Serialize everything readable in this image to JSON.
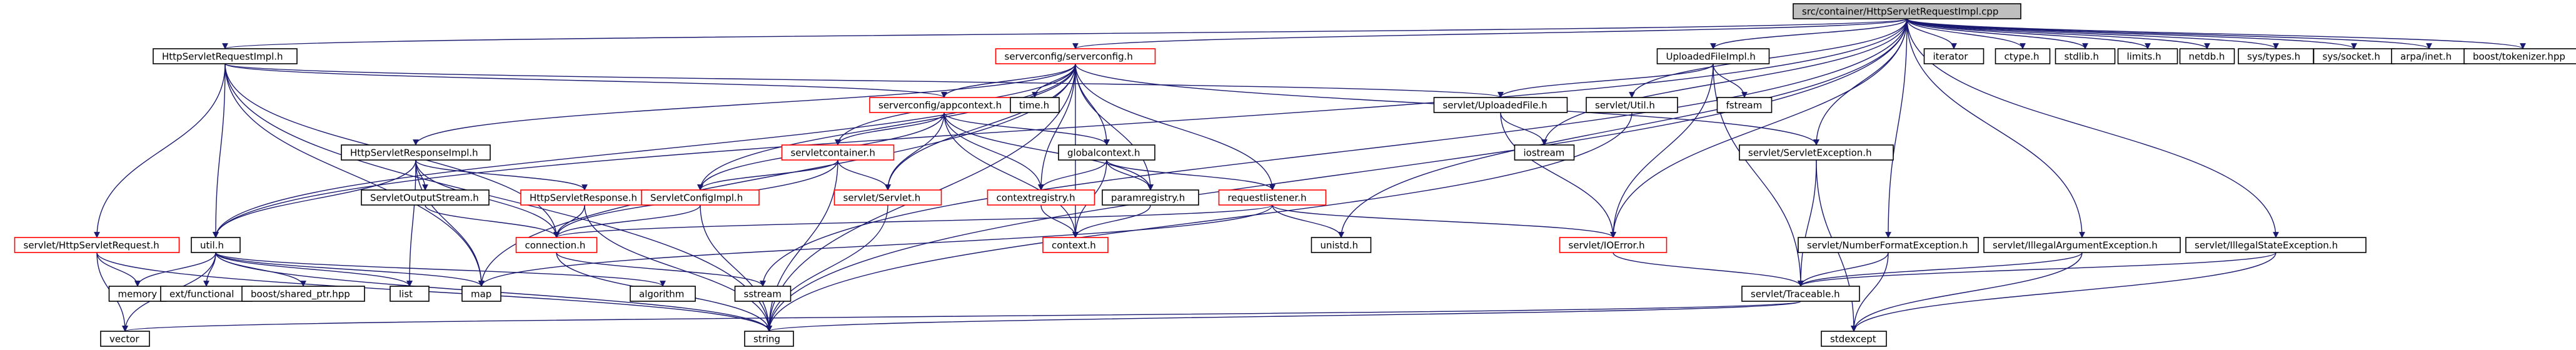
{
  "nodes": [
    {
      "id": "root",
      "label": "src/container/HttpServletRequestImpl.cpp",
      "style": "root"
    },
    {
      "id": "reqimpl_h",
      "label": "HttpServletRequestImpl.h",
      "style": "plain"
    },
    {
      "id": "serverconfig_h",
      "label": "serverconfig/serverconfig.h",
      "style": "red"
    },
    {
      "id": "uploadedfileimpl_h",
      "label": "UploadedFileImpl.h",
      "style": "plain"
    },
    {
      "id": "iterator",
      "label": "iterator",
      "style": "plain"
    },
    {
      "id": "ctype_h",
      "label": "ctype.h",
      "style": "plain"
    },
    {
      "id": "stdlib_h",
      "label": "stdlib.h",
      "style": "plain"
    },
    {
      "id": "limits_h",
      "label": "limits.h",
      "style": "plain"
    },
    {
      "id": "netdb_h",
      "label": "netdb.h",
      "style": "plain"
    },
    {
      "id": "sys_types_h",
      "label": "sys/types.h",
      "style": "plain"
    },
    {
      "id": "sys_socket_h",
      "label": "sys/socket.h",
      "style": "plain"
    },
    {
      "id": "arpa_inet_h",
      "label": "arpa/inet.h",
      "style": "plain"
    },
    {
      "id": "boost_tokenizer",
      "label": "boost/tokenizer.hpp",
      "style": "plain"
    },
    {
      "id": "appcontext_h",
      "label": "serverconfig/appcontext.h",
      "style": "red"
    },
    {
      "id": "time_h",
      "label": "time.h",
      "style": "plain"
    },
    {
      "id": "uploadedfile_h",
      "label": "servlet/UploadedFile.h",
      "style": "plain"
    },
    {
      "id": "util_servlet_h",
      "label": "servlet/Util.h",
      "style": "plain"
    },
    {
      "id": "fstream",
      "label": "fstream",
      "style": "plain"
    },
    {
      "id": "respimpl_h",
      "label": "HttpServletResponseImpl.h",
      "style": "plain"
    },
    {
      "id": "globalcontext_h",
      "label": "globalcontext.h",
      "style": "plain"
    },
    {
      "id": "servletcontainer_h",
      "label": "servletcontainer.h",
      "style": "red"
    },
    {
      "id": "iostream",
      "label": "iostream",
      "style": "plain"
    },
    {
      "id": "servletexception_h",
      "label": "servlet/ServletException.h",
      "style": "plain"
    },
    {
      "id": "outputstream_h",
      "label": "ServletOutputStream.h",
      "style": "plain"
    },
    {
      "id": "httpresponse_h",
      "label": "HttpServletResponse.h",
      "style": "red"
    },
    {
      "id": "servletconfigimpl_h",
      "label": "ServletConfigImpl.h",
      "style": "red"
    },
    {
      "id": "servlet_h",
      "label": "servlet/Servlet.h",
      "style": "red"
    },
    {
      "id": "contextregistry_h",
      "label": "contextregistry.h",
      "style": "red"
    },
    {
      "id": "paramregistry_h",
      "label": "paramregistry.h",
      "style": "plain"
    },
    {
      "id": "requestlistener_h",
      "label": "requestlistener.h",
      "style": "red"
    },
    {
      "id": "httprequest_h",
      "label": "servlet/HttpServletRequest.h",
      "style": "red"
    },
    {
      "id": "util_h",
      "label": "util.h",
      "style": "plain"
    },
    {
      "id": "connection_h",
      "label": "connection.h",
      "style": "red"
    },
    {
      "id": "context_h",
      "label": "context.h",
      "style": "red"
    },
    {
      "id": "unistd_h",
      "label": "unistd.h",
      "style": "plain"
    },
    {
      "id": "ioerror_h",
      "label": "servlet/IOError.h",
      "style": "red"
    },
    {
      "id": "numberformat_h",
      "label": "servlet/NumberFormatException.h",
      "style": "plain"
    },
    {
      "id": "illegalargument_h",
      "label": "servlet/IllegalArgumentException.h",
      "style": "plain"
    },
    {
      "id": "illegalstate_h",
      "label": "servlet/IllegalStateException.h",
      "style": "plain"
    },
    {
      "id": "memory",
      "label": "memory",
      "style": "plain"
    },
    {
      "id": "ext_functional",
      "label": "ext/functional",
      "style": "plain"
    },
    {
      "id": "boost_shared_ptr",
      "label": "boost/shared_ptr.hpp",
      "style": "plain"
    },
    {
      "id": "list",
      "label": "list",
      "style": "plain"
    },
    {
      "id": "map",
      "label": "map",
      "style": "plain"
    },
    {
      "id": "algorithm",
      "label": "algorithm",
      "style": "plain"
    },
    {
      "id": "sstream",
      "label": "sstream",
      "style": "plain"
    },
    {
      "id": "traceable_h",
      "label": "servlet/Traceable.h",
      "style": "plain"
    },
    {
      "id": "vector",
      "label": "vector",
      "style": "plain"
    },
    {
      "id": "string",
      "label": "string",
      "style": "plain"
    },
    {
      "id": "stdexcept",
      "label": "stdexcept",
      "style": "plain"
    }
  ],
  "edges": [
    [
      "root",
      "reqimpl_h"
    ],
    [
      "root",
      "serverconfig_h"
    ],
    [
      "root",
      "uploadedfileimpl_h"
    ],
    [
      "root",
      "iterator"
    ],
    [
      "root",
      "ctype_h"
    ],
    [
      "root",
      "stdlib_h"
    ],
    [
      "root",
      "limits_h"
    ],
    [
      "root",
      "netdb_h"
    ],
    [
      "root",
      "sys_types_h"
    ],
    [
      "root",
      "sys_socket_h"
    ],
    [
      "root",
      "arpa_inet_h"
    ],
    [
      "root",
      "boost_tokenizer"
    ],
    [
      "root",
      "util_servlet_h"
    ],
    [
      "root",
      "iostream"
    ],
    [
      "root",
      "servletexception_h"
    ],
    [
      "root",
      "unistd_h"
    ],
    [
      "root",
      "ioerror_h"
    ],
    [
      "root",
      "numberformat_h"
    ],
    [
      "root",
      "illegalargument_h"
    ],
    [
      "root",
      "illegalstate_h"
    ],
    [
      "root",
      "util_h"
    ],
    [
      "root",
      "sstream"
    ],
    [
      "root",
      "string"
    ],
    [
      "reqimpl_h",
      "httprequest_h"
    ],
    [
      "reqimpl_h",
      "util_h"
    ],
    [
      "reqimpl_h",
      "connection_h"
    ],
    [
      "reqimpl_h",
      "uploadedfile_h"
    ],
    [
      "reqimpl_h",
      "appcontext_h"
    ],
    [
      "reqimpl_h",
      "map"
    ],
    [
      "reqimpl_h",
      "string"
    ],
    [
      "serverconfig_h",
      "appcontext_h"
    ],
    [
      "serverconfig_h",
      "time_h"
    ],
    [
      "serverconfig_h",
      "globalcontext_h"
    ],
    [
      "serverconfig_h",
      "servletcontainer_h"
    ],
    [
      "serverconfig_h",
      "respimpl_h"
    ],
    [
      "serverconfig_h",
      "servletconfigimpl_h"
    ],
    [
      "serverconfig_h",
      "servlet_h"
    ],
    [
      "serverconfig_h",
      "contextregistry_h"
    ],
    [
      "serverconfig_h",
      "paramregistry_h"
    ],
    [
      "serverconfig_h",
      "requestlistener_h"
    ],
    [
      "serverconfig_h",
      "util_h"
    ],
    [
      "serverconfig_h",
      "servletexception_h"
    ],
    [
      "serverconfig_h",
      "context_h"
    ],
    [
      "serverconfig_h",
      "string"
    ],
    [
      "serverconfig_h",
      "map"
    ],
    [
      "uploadedfileimpl_h",
      "uploadedfile_h"
    ],
    [
      "uploadedfileimpl_h",
      "fstream"
    ],
    [
      "uploadedfileimpl_h",
      "ioerror_h"
    ],
    [
      "uploadedfileimpl_h",
      "traceable_h"
    ],
    [
      "appcontext_h",
      "servletcontainer_h"
    ],
    [
      "appcontext_h",
      "globalcontext_h"
    ],
    [
      "appcontext_h",
      "contextregistry_h"
    ],
    [
      "appcontext_h",
      "paramregistry_h"
    ],
    [
      "appcontext_h",
      "servlet_h"
    ],
    [
      "appcontext_h",
      "servletconfigimpl_h"
    ],
    [
      "appcontext_h",
      "context_h"
    ],
    [
      "uploadedfile_h",
      "iostream"
    ],
    [
      "uploadedfile_h",
      "ioerror_h"
    ],
    [
      "util_servlet_h",
      "string"
    ],
    [
      "respimpl_h",
      "outputstream_h"
    ],
    [
      "respimpl_h",
      "httpresponse_h"
    ],
    [
      "respimpl_h",
      "util_h"
    ],
    [
      "respimpl_h",
      "connection_h"
    ],
    [
      "respimpl_h",
      "list"
    ],
    [
      "respimpl_h",
      "map"
    ],
    [
      "globalcontext_h",
      "contextregistry_h"
    ],
    [
      "globalcontext_h",
      "paramregistry_h"
    ],
    [
      "globalcontext_h",
      "requestlistener_h"
    ],
    [
      "globalcontext_h",
      "context_h"
    ],
    [
      "servletcontainer_h",
      "servletconfigimpl_h"
    ],
    [
      "servletcontainer_h",
      "servlet_h"
    ],
    [
      "servletcontainer_h",
      "connection_h"
    ],
    [
      "servletcontainer_h",
      "string"
    ],
    [
      "servletexception_h",
      "traceable_h"
    ],
    [
      "servletexception_h",
      "stdexcept"
    ],
    [
      "outputstream_h",
      "connection_h"
    ],
    [
      "httpresponse_h",
      "connection_h"
    ],
    [
      "httpresponse_h",
      "string"
    ],
    [
      "servletconfigimpl_h",
      "connection_h"
    ],
    [
      "servletconfigimpl_h",
      "string"
    ],
    [
      "servlet_h",
      "string"
    ],
    [
      "contextregistry_h",
      "context_h"
    ],
    [
      "paramregistry_h",
      "context_h"
    ],
    [
      "requestlistener_h",
      "connection_h"
    ],
    [
      "requestlistener_h",
      "unistd_h"
    ],
    [
      "requestlistener_h",
      "ioerror_h"
    ],
    [
      "requestlistener_h",
      "map"
    ],
    [
      "httprequest_h",
      "string"
    ],
    [
      "httprequest_h",
      "memory"
    ],
    [
      "httprequest_h",
      "vector"
    ],
    [
      "util_h",
      "memory"
    ],
    [
      "util_h",
      "ext_functional"
    ],
    [
      "util_h",
      "boost_shared_ptr"
    ],
    [
      "util_h",
      "list"
    ],
    [
      "util_h",
      "map"
    ],
    [
      "util_h",
      "algorithm"
    ],
    [
      "util_h",
      "vector"
    ],
    [
      "util_h",
      "string"
    ],
    [
      "connection_h",
      "sstream"
    ],
    [
      "connection_h",
      "string"
    ],
    [
      "ioerror_h",
      "traceable_h"
    ],
    [
      "numberformat_h",
      "traceable_h"
    ],
    [
      "numberformat_h",
      "stdexcept"
    ],
    [
      "illegalargument_h",
      "traceable_h"
    ],
    [
      "illegalargument_h",
      "stdexcept"
    ],
    [
      "illegalstate_h",
      "traceable_h"
    ],
    [
      "illegalstate_h",
      "stdexcept"
    ],
    [
      "traceable_h",
      "string"
    ],
    [
      "traceable_h",
      "vector"
    ]
  ]
}
